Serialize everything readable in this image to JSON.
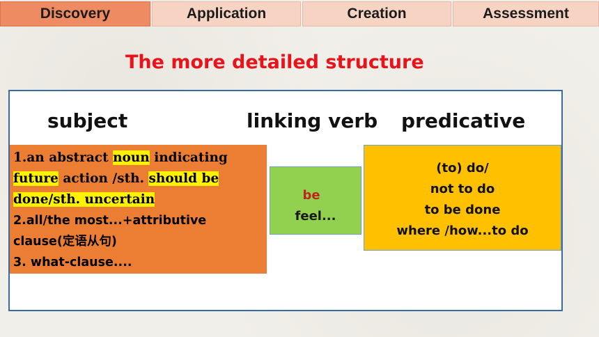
{
  "tabs": [
    {
      "label": "Discovery",
      "active": true
    },
    {
      "label": "Application",
      "active": false
    },
    {
      "label": "Creation",
      "active": false
    },
    {
      "label": "Assessment",
      "active": false
    }
  ],
  "title": "The more detailed structure",
  "columns": {
    "subject": "subject",
    "linking_verb": "linking verb",
    "predicative": "predicative"
  },
  "subject_box": {
    "line1_a": "1.an abstract ",
    "line1_b": "noun",
    "line1_c": " indicating",
    "line2_a": "future",
    "line2_b": " action /sth. ",
    "line2_c": "should be",
    "line3_a": "done/sth. uncertain",
    "line4": "2.all/the most...+attributive",
    "line5": "clause(定语从句)",
    "line6": "3. what-clause...."
  },
  "verb_box": {
    "be": "be",
    "feel": "feel..."
  },
  "pred_box": {
    "lines": [
      "(to) do/",
      "not to do",
      "to be done",
      "where /how...to do"
    ]
  },
  "colors": {
    "tab_active": "#ee8b62",
    "tab_inactive": "#f6d3c3",
    "title": "#e8141b",
    "subject_box": "#ec7e34",
    "verb_box": "#92d050",
    "pred_box": "#ffc000",
    "highlight": "#fff200"
  }
}
